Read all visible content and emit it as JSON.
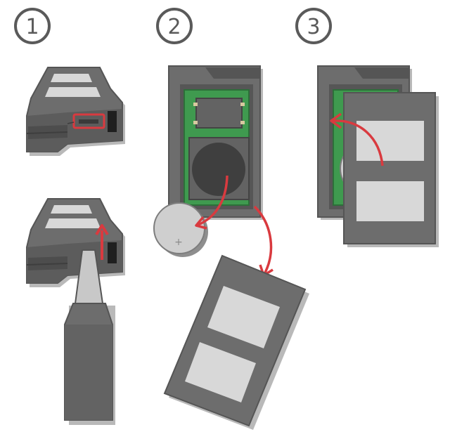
{
  "steps": [
    {
      "number": "1"
    },
    {
      "number": "2"
    },
    {
      "number": "3"
    }
  ],
  "battery": {
    "polarity_mark": "+"
  },
  "colors": {
    "device_body": "#6d6d6d",
    "device_dark": "#565656",
    "device_shadow": "#b9b9b9",
    "label_light": "#d8d8d8",
    "pcb_green": "#3f9a4f",
    "accent_arrow": "#d93a3f",
    "battery_silver": "#cfcfcf",
    "step_circle": "#5a5a5a"
  }
}
